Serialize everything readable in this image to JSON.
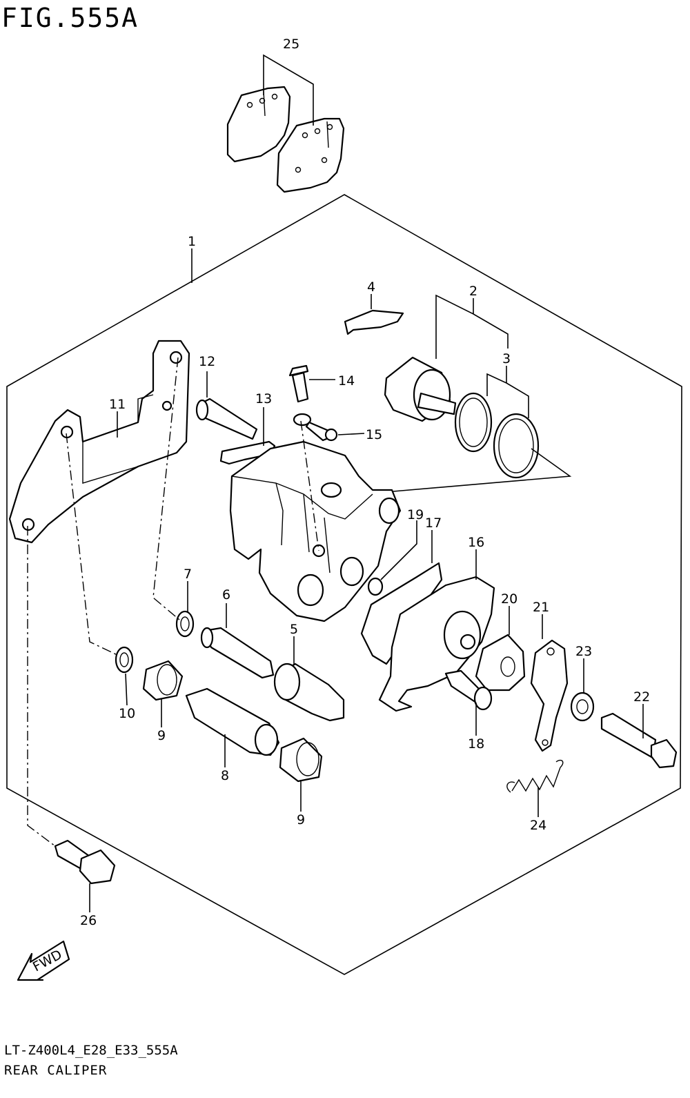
{
  "figure": {
    "title": "FIG.555A",
    "code": "LT-Z400L4_E28_E33_555A",
    "name": "REAR CALIPER",
    "fwd_label": "FWD"
  },
  "callouts": [
    {
      "id": "c1",
      "label": "1"
    },
    {
      "id": "c2",
      "label": "2"
    },
    {
      "id": "c3",
      "label": "3"
    },
    {
      "id": "c4",
      "label": "4"
    },
    {
      "id": "c5",
      "label": "5"
    },
    {
      "id": "c6",
      "label": "6"
    },
    {
      "id": "c7",
      "label": "7"
    },
    {
      "id": "c8",
      "label": "8"
    },
    {
      "id": "c9a",
      "label": "9"
    },
    {
      "id": "c9b",
      "label": "9"
    },
    {
      "id": "c10",
      "label": "10"
    },
    {
      "id": "c11",
      "label": "11"
    },
    {
      "id": "c12",
      "label": "12"
    },
    {
      "id": "c13",
      "label": "13"
    },
    {
      "id": "c14",
      "label": "14"
    },
    {
      "id": "c15",
      "label": "15"
    },
    {
      "id": "c16",
      "label": "16"
    },
    {
      "id": "c17",
      "label": "17"
    },
    {
      "id": "c18",
      "label": "18"
    },
    {
      "id": "c19",
      "label": "19"
    },
    {
      "id": "c20",
      "label": "20"
    },
    {
      "id": "c21",
      "label": "21"
    },
    {
      "id": "c22",
      "label": "22"
    },
    {
      "id": "c23",
      "label": "23"
    },
    {
      "id": "c24",
      "label": "24"
    },
    {
      "id": "c25",
      "label": "25"
    },
    {
      "id": "c26",
      "label": "26"
    }
  ]
}
